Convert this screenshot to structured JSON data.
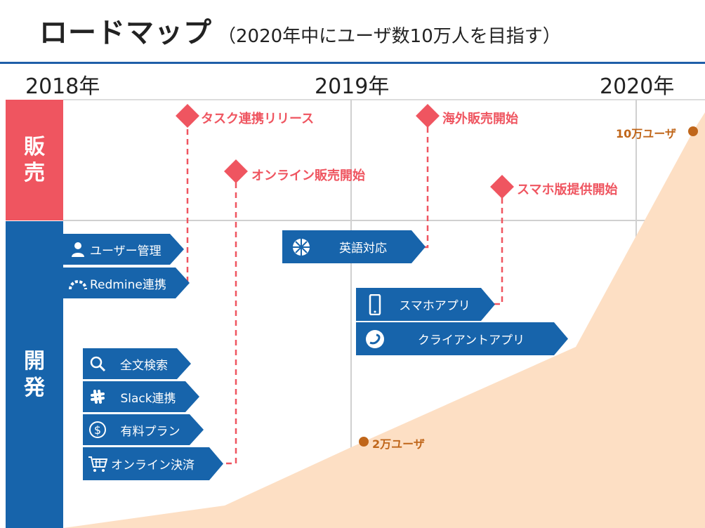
{
  "header": {
    "title": "ロードマップ",
    "subtitle": "（2020年中にユーザ数10万人を目指す）"
  },
  "years": [
    "2018年",
    "2019年",
    "2020年"
  ],
  "bands": {
    "sales": "販\n売",
    "dev": "開\n発"
  },
  "milestones": {
    "task_release": "タスク連携リリース",
    "online_sales": "オンライン販売開始",
    "overseas": "海外販売開始",
    "smartphone_version": "スマホ版提供開始"
  },
  "users": {
    "u2": "2万ユーザ",
    "u10": "10万ユーザ"
  },
  "features": {
    "user_mgmt": "ユーザー管理",
    "redmine": "Redmine連携",
    "fulltext": "全文検索",
    "slack": "Slack連携",
    "paid_plan": "有料プラン",
    "online_payment": "オンライン決済",
    "english": "英語対応",
    "smartphone_app": "スマホアプリ",
    "client_app": "クライアントアプリ"
  },
  "colors": {
    "sales": "#ef5560",
    "dev": "#1764ab",
    "area": "#fddfc4",
    "users": "#c0661a"
  }
}
